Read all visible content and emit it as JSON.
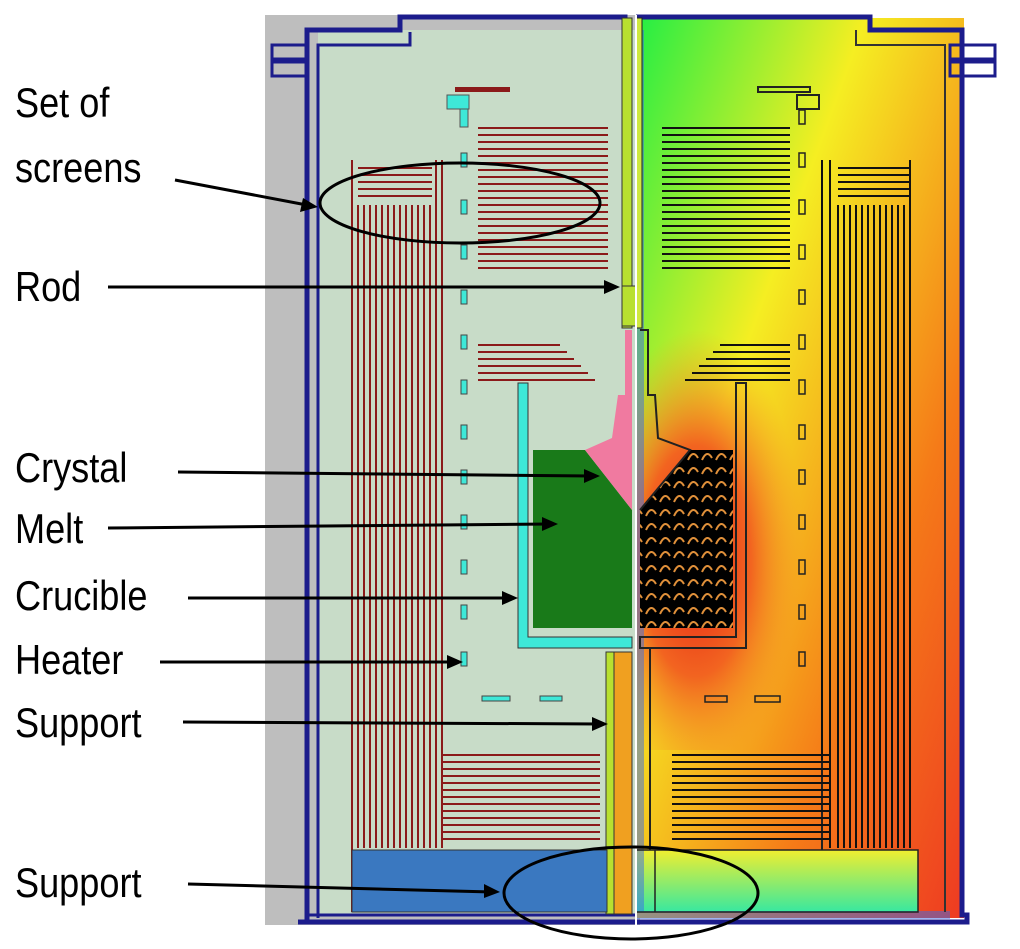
{
  "labels": {
    "screens_line1": "Set of",
    "screens_line2": "screens",
    "rod": "Rod",
    "crystal": "Crystal",
    "melt": "Melt",
    "crucible": "Crucible",
    "heater": "Heater",
    "support_upper": "Support",
    "support_lower": "Support"
  },
  "colors": {
    "outline": "#1c1c8c",
    "chamber_fill": "#c8dcc8",
    "wall_gray": "#bebebe",
    "screen_line": "#8b1a1a",
    "crucible": "#3ee8d8",
    "crystal": "#f07aa0",
    "melt": "#197a19",
    "support_block": "#3a78c0",
    "support_rod": "#f0a020",
    "rod": "#b8e030"
  }
}
